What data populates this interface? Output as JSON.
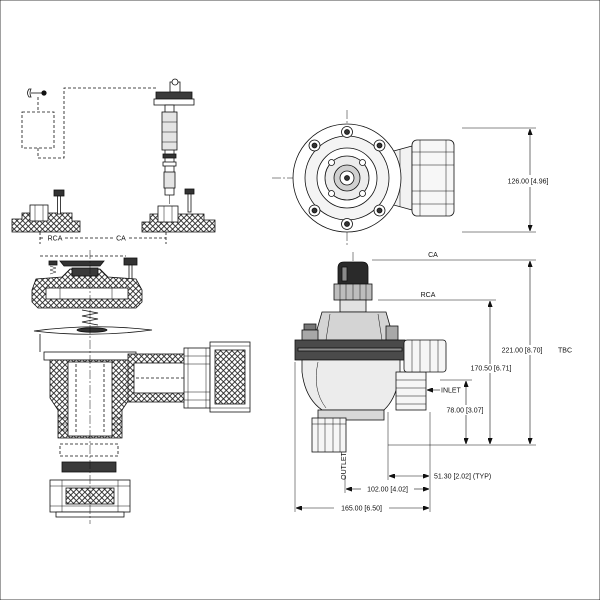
{
  "exploded_view": {
    "rca": "RCA",
    "ca": "CA"
  },
  "top_view": {
    "dim_height": "126.00 [4.96]"
  },
  "side_view": {
    "ca": "CA",
    "rca": "RCA",
    "dim_overall_height": "221.00 [8.70]",
    "tbc": "TBC",
    "dim_rca_height": "170.50 [6.71]",
    "inlet": "INLET",
    "dim_inlet_height": "78.00 [3.07]",
    "outlet": "OUTLET",
    "dim_inlet_offset": "51.30 [2.02]  (TYP)",
    "dim_outlet_offset": "102.00 [4.02]",
    "dim_overall_width": "165.00 [6.50]"
  }
}
